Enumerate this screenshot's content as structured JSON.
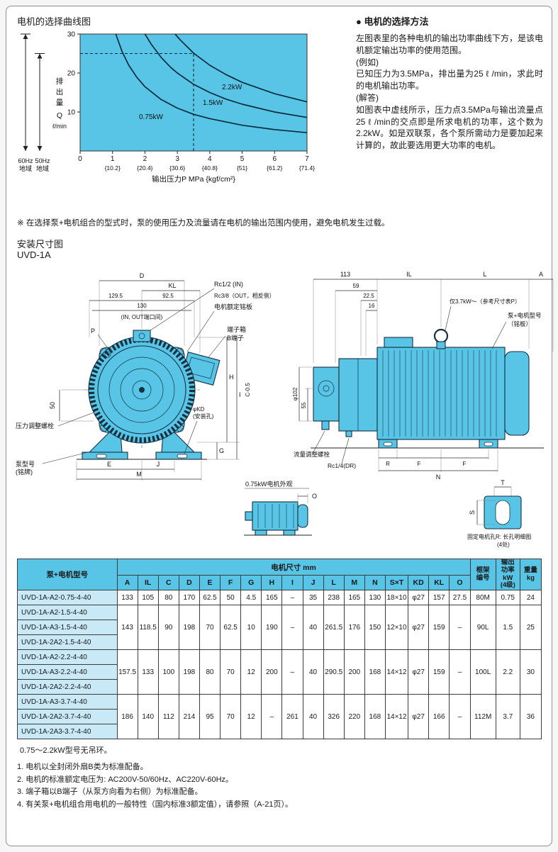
{
  "accent_cyan": "#58c5e7",
  "header": {
    "chart_title": "电机的选择曲线图"
  },
  "chart": {
    "y_axis": {
      "chars": [
        "排",
        "出",
        "量"
      ],
      "symbol": "Q",
      "unit": "ℓ/min"
    },
    "region_arrows": [
      {
        "freq": "60Hz",
        "region": "地域"
      },
      {
        "freq": "50Hz",
        "region": "地域"
      }
    ]
  },
  "chart_data": {
    "type": "line",
    "title": "电机的选择曲线图",
    "xlabel": "输出压力P MPa {kgf/cm²}",
    "ylabel": "排出量 Q ℓ/min",
    "xlim": [
      0,
      7
    ],
    "ylim": [
      0,
      30
    ],
    "x_ticks": [
      "0",
      "1",
      "2",
      "3",
      "4",
      "5",
      "6",
      "7"
    ],
    "x_tick_secondary": [
      "{10.2}",
      "{20.4}",
      "{30.6}",
      "{40.8}",
      "{51}",
      "{61.2}",
      "{71.4}"
    ],
    "y_ticks": [
      0,
      10,
      20,
      30
    ],
    "grid": false,
    "legend_position": "inline",
    "series": [
      {
        "name": "0.75kW",
        "x": [
          1.1,
          1.3,
          1.5,
          1.75,
          2,
          2.5,
          3,
          3.5,
          4,
          5,
          6,
          7
        ],
        "y": [
          30,
          25.4,
          22,
          18.9,
          16.5,
          13.2,
          11,
          9.4,
          8.3,
          6.6,
          5.5,
          4.7
        ]
      },
      {
        "name": "1.5kW",
        "x": [
          2,
          2.2,
          2.5,
          2.8,
          3,
          3.5,
          4,
          4.5,
          5,
          6,
          7
        ],
        "y": [
          30,
          27.3,
          24,
          21.4,
          20,
          17.1,
          15,
          13.3,
          12,
          10,
          8.6
        ]
      },
      {
        "name": "2.2kW",
        "x": [
          2.93,
          3.1,
          3.5,
          4,
          4.5,
          5,
          6,
          7
        ],
        "y": [
          30,
          28.4,
          25.1,
          22,
          19.6,
          17.6,
          14.7,
          12.6
        ]
      }
    ],
    "annotations": {
      "dashed_pressure": 3.5,
      "dashed_flow": 25
    },
    "region_arrows": [
      {
        "label": "60Hz 地域",
        "max_flow": 30
      },
      {
        "label": "50Hz 地域",
        "max_flow": 25
      }
    ]
  },
  "method": {
    "title": "● 电机的选择方法",
    "paragraphs": [
      "左图表里的各种电机的输出功率曲线下方，是该电机额定输出功率的使用范围。",
      "(例如)",
      "已知压力为3.5MPa，排出量为25 ℓ /min，求此时的电机输出功率。",
      "(解答)",
      "如图表中虚线所示，压力点3.5MPa与输出流量点25 ℓ /min的交点即是所求电机的功率，这个数为2.2kW。如是双联泵，各个泵所需动力是要加起来计算的，故此要选用更大功率的电机。"
    ]
  },
  "caution_note": "※ 在选择泵+电机组合的型式时，泵的使用压力及流量请在电机的输出范围内使用，避免电机发生过载。",
  "install": {
    "title": "安装尺寸图",
    "model": "UVD-1A"
  },
  "front_view": {
    "dim_d": "D",
    "dim_kl": "KL",
    "dim_129_5": "129.5",
    "dim_92_5": "92.5",
    "dim_130": "130",
    "inout_note": "(IN, OUT端口间)",
    "dim_p": "P",
    "dim_50": "50",
    "rc12": "Rc1/2 (IN)",
    "rc38": "Rc3/8（OUT，相反侧）",
    "motor_plate": "电机额定铭板",
    "terminal_box": "端子箱",
    "terminal_b": "B端子",
    "pressure_bolt": "压力调整螺栓",
    "pump_model": "泵型号",
    "pump_model2": "(铭牌)",
    "dim_e": "E",
    "dim_j": "J",
    "dim_m": "M",
    "dim_g": "G",
    "dim_h": "H",
    "dim_i": "I",
    "dim_c": "C-0.5",
    "kd": "φKD",
    "kd2": "(安装孔)"
  },
  "side_view": {
    "dim_113": "113",
    "dim_59": "59",
    "dim_22_5": "22.5",
    "dim_16": "16",
    "dim_il": "IL",
    "dim_l": "L",
    "dim_a": "A",
    "only37": "仅3.7kW～（参考尺寸表P）",
    "model_label": "泵+电机型号",
    "model_label2": "（铭板）",
    "phi102": "φ102",
    "dim_55": "55",
    "dim_r": "R",
    "dim_f1": "F",
    "dim_f2": "F",
    "dim_n": "N",
    "flow_bolt": "流量调整螺栓",
    "rc14": "Rc1/4(DR)"
  },
  "motor_075": {
    "caption": "0.75kW电机外观",
    "dim_o": "O"
  },
  "slot_detail": {
    "caption": "固定电机孔R: 长孔明细图",
    "caption2": "(4处)",
    "dim_s": "S",
    "dim_t": "T"
  },
  "table": {
    "header_model": "泵+电机型号",
    "header_dim": "电机尺寸 mm",
    "dim_cols": [
      "A",
      "IL",
      "C",
      "D",
      "E",
      "F",
      "G",
      "H",
      "I",
      "J",
      "L",
      "M",
      "N",
      "S×T",
      "KD",
      "KL",
      "O"
    ],
    "header_frame": "框架\n编号",
    "header_power": "输出\n功率\nkW\n(4级)",
    "header_weight": "重量\nkg",
    "groups": [
      {
        "models": [
          "UVD-1A-A2-0.75-4-40"
        ],
        "dims": [
          "133",
          "105",
          "80",
          "170",
          "62.5",
          "50",
          "4.5",
          "165",
          "–",
          "35",
          "238",
          "165",
          "130",
          "18×10",
          "φ27",
          "157",
          "27.5"
        ],
        "frame": "80M",
        "power": "0.75",
        "weight": "24"
      },
      {
        "models": [
          "UVD-1A-A2-1.5-4-40",
          "UVD-1A-A3-1.5-4-40",
          "UVD-1A-2A2-1.5-4-40"
        ],
        "dims": [
          "143",
          "118.5",
          "90",
          "198",
          "70",
          "62.5",
          "10",
          "190",
          "–",
          "40",
          "261.5",
          "176",
          "150",
          "12×10",
          "φ27",
          "159",
          "–"
        ],
        "frame": "90L",
        "power": "1.5",
        "weight": "25"
      },
      {
        "models": [
          "UVD-1A-A2-2.2-4-40",
          "UVD-1A-A3-2.2-4-40",
          "UVD-1A-2A2-2.2-4-40"
        ],
        "dims": [
          "157.5",
          "133",
          "100",
          "198",
          "80",
          "70",
          "12",
          "200",
          "–",
          "40",
          "290.5",
          "200",
          "168",
          "14×12",
          "φ27",
          "159",
          "–"
        ],
        "frame": "100L",
        "power": "2.2",
        "weight": "30"
      },
      {
        "models": [
          "UVD-1A-A3-3.7-4-40",
          "UVD-1A-2A2-3.7-4-40",
          "UVD-1A-2A3-3.7-4-40"
        ],
        "dims": [
          "186",
          "140",
          "112",
          "214",
          "95",
          "70",
          "12",
          "–",
          "261",
          "40",
          "326",
          "220",
          "168",
          "14×12",
          "φ27",
          "166",
          "–"
        ],
        "frame": "112M",
        "power": "3.7",
        "weight": "36"
      }
    ]
  },
  "table_note": "0.75～2.2kW型号无吊环。",
  "footnotes": [
    "1. 电机以全封闭外扇B类为标准配备。",
    "2. 电机的标准额定电压为: AC200V-50/60Hz、AC220V-60Hz。",
    "3. 端子箱以B端子（从泵方向看为右侧）为标准配备。",
    "4. 有关泵+电机组合用电机的一般特性（国内标准3额定值），请参照（A-21页）。"
  ]
}
